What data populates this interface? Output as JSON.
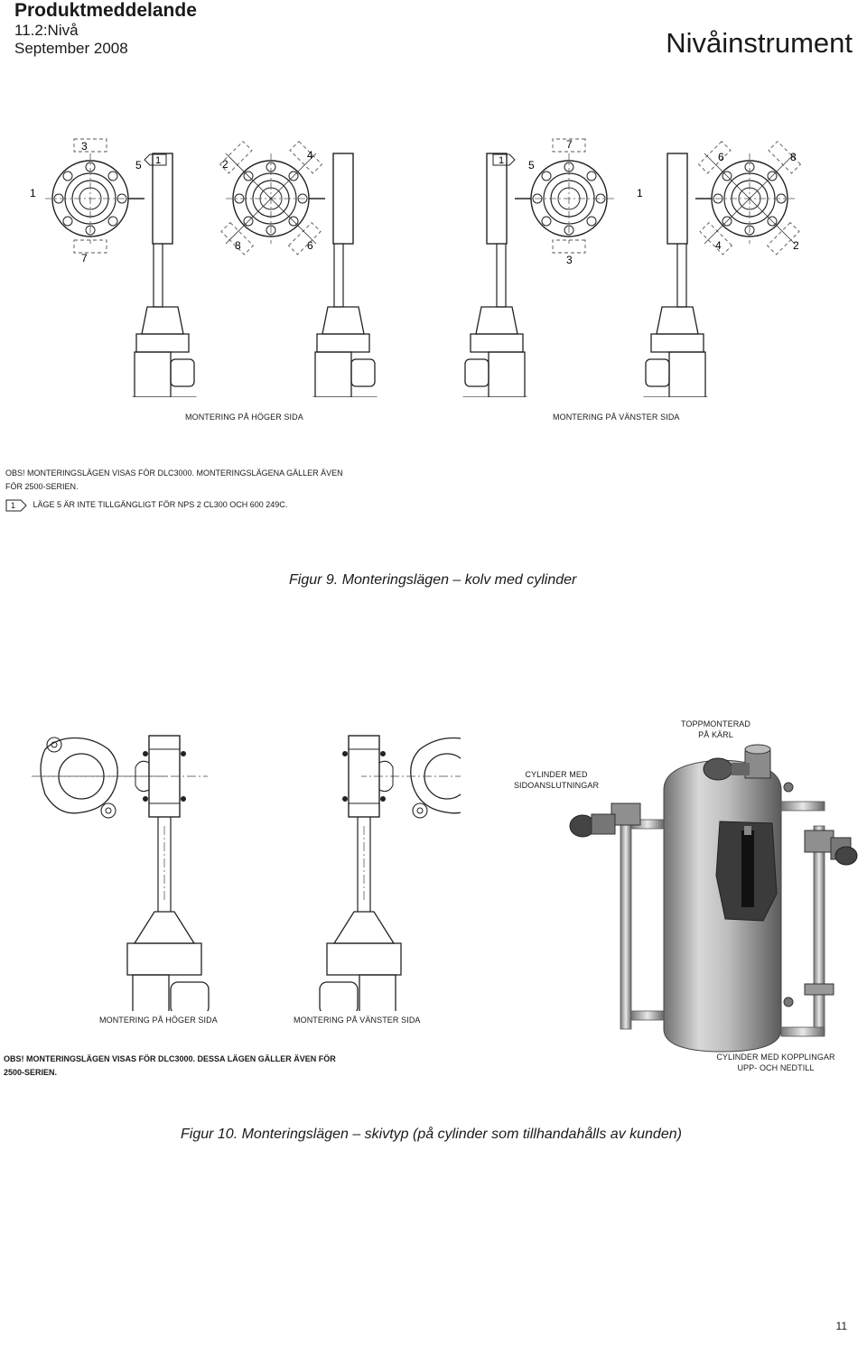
{
  "header": {
    "left_line1": "Produktmeddelande",
    "left_line2": "11.2:Nivå",
    "left_line3": "September 2008",
    "right_title": "Nivåinstrument"
  },
  "figure9": {
    "callouts_right_view": [
      "3",
      "5",
      "1",
      "2",
      "4",
      "1",
      "7",
      "8",
      "6"
    ],
    "callouts_left_view": [
      "7",
      "1",
      "5",
      "6",
      "8",
      "1",
      "3",
      "4",
      "2"
    ],
    "caption_right": "MONTERING PÅ HÖGER SIDA",
    "caption_left": "MONTERING PÅ VÄNSTER SIDA",
    "note_line1": "OBS! MONTERINGSLÄGEN VISAS FÖR DLC3000. MONTERINGSLÄGENA GÄLLER ÄVEN",
    "note_line2": "FÖR 2500-SERIEN.",
    "note_flag_number": "1",
    "note_flag_text": "LÄGE 5 ÄR INTE TILLGÄNGLIGT FÖR NPS 2 CL300 OCH 600 249C.",
    "title": "Figur 9. Monteringslägen – kolv med cylinder"
  },
  "figure10": {
    "caption_right": "MONTERING PÅ HÖGER SIDA",
    "caption_left": "MONTERING PÅ VÄNSTER SIDA",
    "label_top": "TOPPMONTERAD\nPÅ KÄRL",
    "label_top_line1": "TOPPMONTERAD",
    "label_top_line2": "PÅ KÄRL",
    "label_side_line1": "CYLINDER MED",
    "label_side_line2": "SIDOANSLUTNINGAR",
    "label_bottom_line1": "CYLINDER MED KOPPLINGAR",
    "label_bottom_line2": "UPP- OCH NEDTILL",
    "note_line1": "OBS! MONTERINGSLÄGEN VISAS FÖR DLC3000. DESSA LÄGEN GÄLLER ÄVEN FÖR",
    "note_line2": "2500-SERIEN.",
    "title": "Figur 10. Monteringslägen – skivtyp (på cylinder som tillhandahålls av kunden)"
  },
  "page_number": "11"
}
